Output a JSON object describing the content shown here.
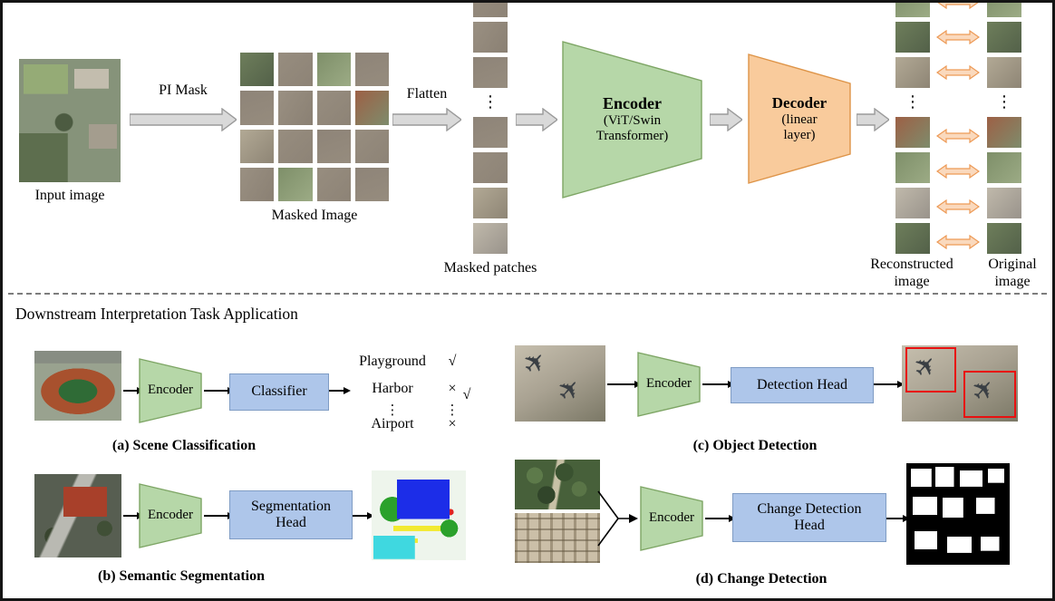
{
  "colors": {
    "encoder-fill": "#b6d7a8",
    "encoder-stroke": "#7da564",
    "decoder-fill": "#f9cb9c",
    "decoder-stroke": "#de9448",
    "head-fill": "#aec6ea",
    "head-stroke": "#7f9cc4",
    "block-arrow-fill": "#d9d9d9",
    "block-arrow-stroke": "#9a9a9a",
    "compare-arrow-fill": "#fad9bd",
    "compare-arrow-stroke": "#ed9a56",
    "detection-box": "#e81010"
  },
  "glyphs": {
    "vdots": "⋮",
    "plane": "✈"
  },
  "pretrain": {
    "input_image_label": "Input image",
    "pi_mask_label": "PI Mask",
    "masked_image_label": "Masked Image",
    "flatten_label": "Flatten",
    "masked_patches_label": "Masked patches",
    "encoder_title": "Encoder",
    "encoder_subtitle": "(ViT/Swin Transformer)",
    "decoder_title": "Decoder",
    "decoder_subtitle": "(linear layer)",
    "reconstructed_image_label": "Reconstructed image",
    "original_image_label": "Original image"
  },
  "downstream": {
    "section_title": "Downstream Interpretation Task Application",
    "scene_classification": {
      "encoder_label": "Encoder",
      "head_label": "Classifier",
      "rows": [
        {
          "label": "Playground",
          "mark": "√"
        },
        {
          "label": "Harbor",
          "mark": "×"
        },
        {
          "label": "⋮",
          "mark": "⋮"
        },
        {
          "label": "Airport",
          "mark": "×"
        }
      ],
      "extra_mark": "√",
      "caption": "(a) Scene Classification"
    },
    "semantic_segmentation": {
      "encoder_label": "Encoder",
      "head_label": "Segmentation Head",
      "caption": "(b) Semantic Segmentation"
    },
    "object_detection": {
      "encoder_label": "Encoder",
      "head_label": "Detection Head",
      "caption": "(c) Object Detection"
    },
    "change_detection": {
      "encoder_label": "Encoder",
      "head_label": "Change Detection Head",
      "caption": "(d) Change Detection"
    }
  }
}
